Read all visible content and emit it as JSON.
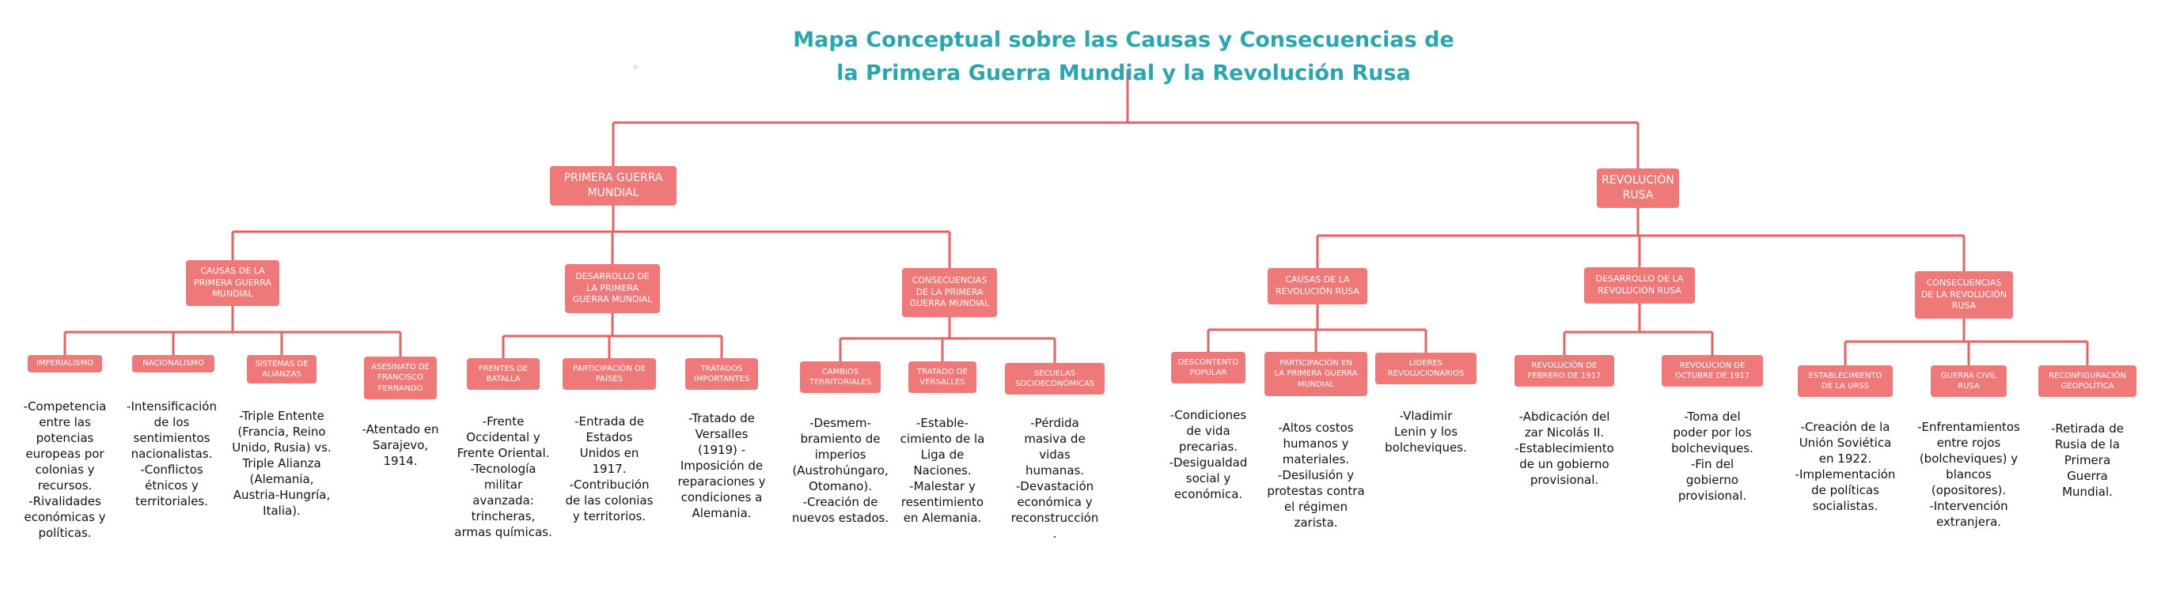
{
  "title": {
    "line1": "Mapa Conceptual sobre las Causas y Consecuencias de",
    "line2": "la Primera Guerra Mundial y la Revolución Rusa"
  },
  "pgm": {
    "label": "PRIMERA GUERRA\nMUNDIAL",
    "causas": {
      "label": "CAUSAS DE LA\nPRIMERA GUERRA\nMUNDIAL",
      "items": [
        {
          "label": "IMPERIALISMO",
          "text": "-Competencia\nentre las\npotencias\neuropeas por\ncolonias y\nrecursos.\n-Rivalidades\neconómicas y\npolíticas."
        },
        {
          "label": "NACIONALISMO",
          "text": "-Intensificación\nde los\nsentimientos\nnacionalistas.\n-Conflictos\nétnicos y\nterritoriales."
        },
        {
          "label": "SISTEMAS DE\nALIANZAS",
          "text": "-Triple Entente\n(Francia, Reino\nUnido, Rusia) vs.\nTriple Alianza\n(Alemania,\nAustria-Hungría,\nItalia)."
        },
        {
          "label": "ASESINATO DE\nFRANCISCO\nFERNANDO",
          "text": "-Atentado en\nSarajevo,\n1914."
        }
      ]
    },
    "desarrollo": {
      "label": "DESARROLLO DE\nLA PRIMERA\nGUERRA MUNDIAL",
      "items": [
        {
          "label": "FRENTES DE\nBATALLA",
          "text": "-Frente\nOccidental y\nFrente Oriental.\n-Tecnología\nmilitar\navanzada:\ntrincheras,\narmas químicas."
        },
        {
          "label": "PARTICIPACIÓN DE\nPAÍSES",
          "text": "-Entrada de\nEstados\nUnidos en\n1917.\n-Contribución\nde las colonias\ny territorios."
        },
        {
          "label": "TRATADOS\nIMPORTANTES",
          "text": "-Tratado de\nVersalles\n(1919) -\nImposición de\nreparaciones y\ncondiciones a\nAlemania."
        }
      ]
    },
    "consecuencias": {
      "label": "CONSECUENCIAS\nDE LA PRIMERA\nGUERRA MUNDIAL",
      "items": [
        {
          "label": "CAMBIOS\nTERRITORIALES",
          "text": "-Desmem-\nbramiento de\nimperios\n(Austrohúngaro,\nOtomano).\n-Creación de\nnuevos estados."
        },
        {
          "label": "TRATADO DE\nVERSALLES",
          "text": "-Estable-\ncimiento de la\nLiga de\nNaciones.\n-Malestar y\nresentimiento\nen Alemania."
        },
        {
          "label": "SECUELAS\nSOCIOECONÓMICAS",
          "text": "-Pérdida\nmasiva de\nvidas\nhumanas.\n-Devastación\neconómica y\nreconstrucción\n."
        }
      ]
    }
  },
  "rr": {
    "label": "REVOLUCIÓN\nRUSA",
    "causas": {
      "label": "CAUSAS DE LA\nREVOLUCIÓN RUSA",
      "items": [
        {
          "label": "DESCONTENTO\nPOPULAR",
          "text": "-Condiciones\nde vida\nprecarias.\n-Desigualdad\nsocial y\neconómica."
        },
        {
          "label": "PARTICIPACIÓN EN\nLA PRIMERA GUERRA\nMUNDIAL",
          "text": "-Altos costos\nhumanos y\nmateriales.\n-Desilusión y\nprotestas contra\nel régimen\nzarista."
        },
        {
          "label": "LÍDERES\nREVOLUCIONARIOS",
          "text": "-Vladimir\nLenin y los\nbolcheviques."
        }
      ]
    },
    "desarrollo": {
      "label": "DESARROLLO DE LA\nREVOLUCIÓN RUSA",
      "items": [
        {
          "label": "REVOLUCIÓN DE\nFEBRERO DE 1917",
          "text": "-Abdicación del\nzar Nicolás II.\n-Establecimiento\nde un gobierno\nprovisional."
        },
        {
          "label": "REVOLUCIÓN DE\nOCTUBRE DE 1917",
          "text": "-Toma del\npoder por los\nbolcheviques.\n-Fin del\ngobierno\nprovisional."
        }
      ]
    },
    "consecuencias": {
      "label": "CONSECUENCIAS\nDE LA REVOLUCIÓN\nRUSA",
      "items": [
        {
          "label": "ESTABLECIMIENTO\nDE LA URSS",
          "text": "-Creación de la\nUnión Soviética\nen 1922.\n-Implementación\nde políticas\nsocialistas."
        },
        {
          "label": "GUERRA CIVIL\nRUSA",
          "text": "-Enfrentamientos\nentre rojos\n(bolcheviques) y\nblancos\n(opositores).\n-Intervención\nextranjera."
        },
        {
          "label": "RECONFIGURACIÓN\nGEOPOLÍTICA",
          "text": "-Retirada de\nRusia de la\nPrimera\nGuerra\nMundial."
        }
      ]
    }
  },
  "colors": {
    "node": "#ef7878",
    "line": "#e46464",
    "title": "#2aa6ae"
  }
}
